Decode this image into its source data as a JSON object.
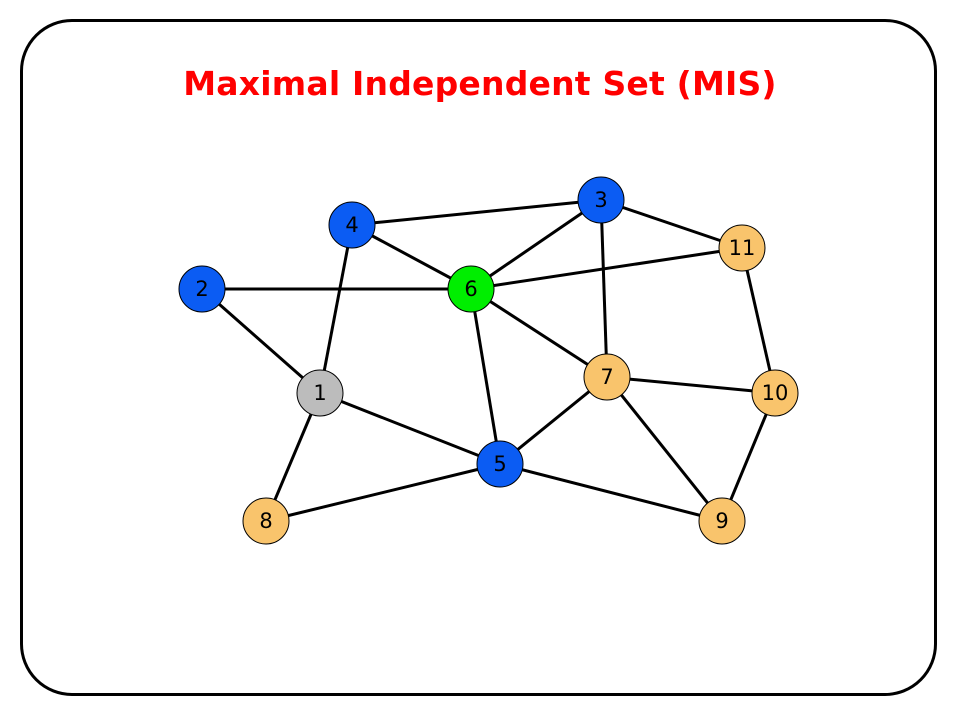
{
  "title": "Maximal Independent Set (MIS)",
  "colors": {
    "title": "#ff0000",
    "blue": "#0b5cf3",
    "green": "#00ee00",
    "gray": "#bcbcbc",
    "orange": "#f9c46c",
    "edge": "#000000"
  },
  "nodes": [
    {
      "id": "1",
      "label": "1",
      "color": "gray"
    },
    {
      "id": "2",
      "label": "2",
      "color": "blue"
    },
    {
      "id": "3",
      "label": "3",
      "color": "blue"
    },
    {
      "id": "4",
      "label": "4",
      "color": "blue"
    },
    {
      "id": "5",
      "label": "5",
      "color": "blue"
    },
    {
      "id": "6",
      "label": "6",
      "color": "green"
    },
    {
      "id": "7",
      "label": "7",
      "color": "orange"
    },
    {
      "id": "8",
      "label": "8",
      "color": "orange"
    },
    {
      "id": "9",
      "label": "9",
      "color": "orange"
    },
    {
      "id": "10",
      "label": "10",
      "color": "orange"
    },
    {
      "id": "11",
      "label": "11",
      "color": "orange"
    }
  ],
  "edges": [
    [
      "4",
      "3"
    ],
    [
      "4",
      "6"
    ],
    [
      "4",
      "1"
    ],
    [
      "3",
      "6"
    ],
    [
      "3",
      "11"
    ],
    [
      "3",
      "7"
    ],
    [
      "2",
      "6"
    ],
    [
      "2",
      "1"
    ],
    [
      "6",
      "11"
    ],
    [
      "6",
      "7"
    ],
    [
      "6",
      "5"
    ],
    [
      "11",
      "10"
    ],
    [
      "1",
      "5"
    ],
    [
      "1",
      "8"
    ],
    [
      "7",
      "10"
    ],
    [
      "7",
      "5"
    ],
    [
      "7",
      "9"
    ],
    [
      "10",
      "9"
    ],
    [
      "5",
      "8"
    ],
    [
      "5",
      "9"
    ]
  ]
}
